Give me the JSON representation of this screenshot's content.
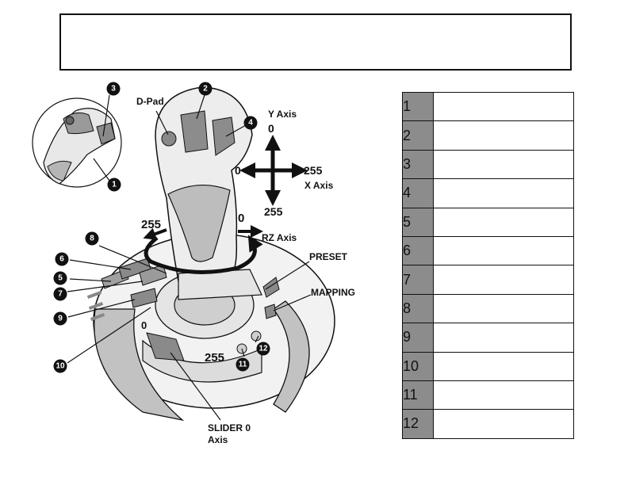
{
  "header": {
    "title": ""
  },
  "labels": {
    "dpad": "D-Pad",
    "y_axis": "Y Axis",
    "y_min": "0",
    "y_max": "255",
    "x_min": "0",
    "x_max": "255",
    "x_axis": "X Axis",
    "rz_left": "255",
    "rz_right": "0",
    "rz_axis": "RZ Axis",
    "preset": "PRESET",
    "mapping": "MAPPING",
    "slider_min": "0",
    "slider_max": "255",
    "slider_axis_line1": "SLIDER 0",
    "slider_axis_line2": "Axis"
  },
  "callouts": [
    "1",
    "2",
    "3",
    "4",
    "5",
    "6",
    "7",
    "8",
    "9",
    "10",
    "11",
    "12"
  ],
  "table": {
    "rows": [
      {
        "num": "1",
        "value": ""
      },
      {
        "num": "2",
        "value": ""
      },
      {
        "num": "3",
        "value": ""
      },
      {
        "num": "4",
        "value": ""
      },
      {
        "num": "5",
        "value": ""
      },
      {
        "num": "6",
        "value": ""
      },
      {
        "num": "7",
        "value": ""
      },
      {
        "num": "8",
        "value": ""
      },
      {
        "num": "9",
        "value": ""
      },
      {
        "num": "10",
        "value": ""
      },
      {
        "num": "11",
        "value": ""
      },
      {
        "num": "12",
        "value": ""
      }
    ]
  }
}
